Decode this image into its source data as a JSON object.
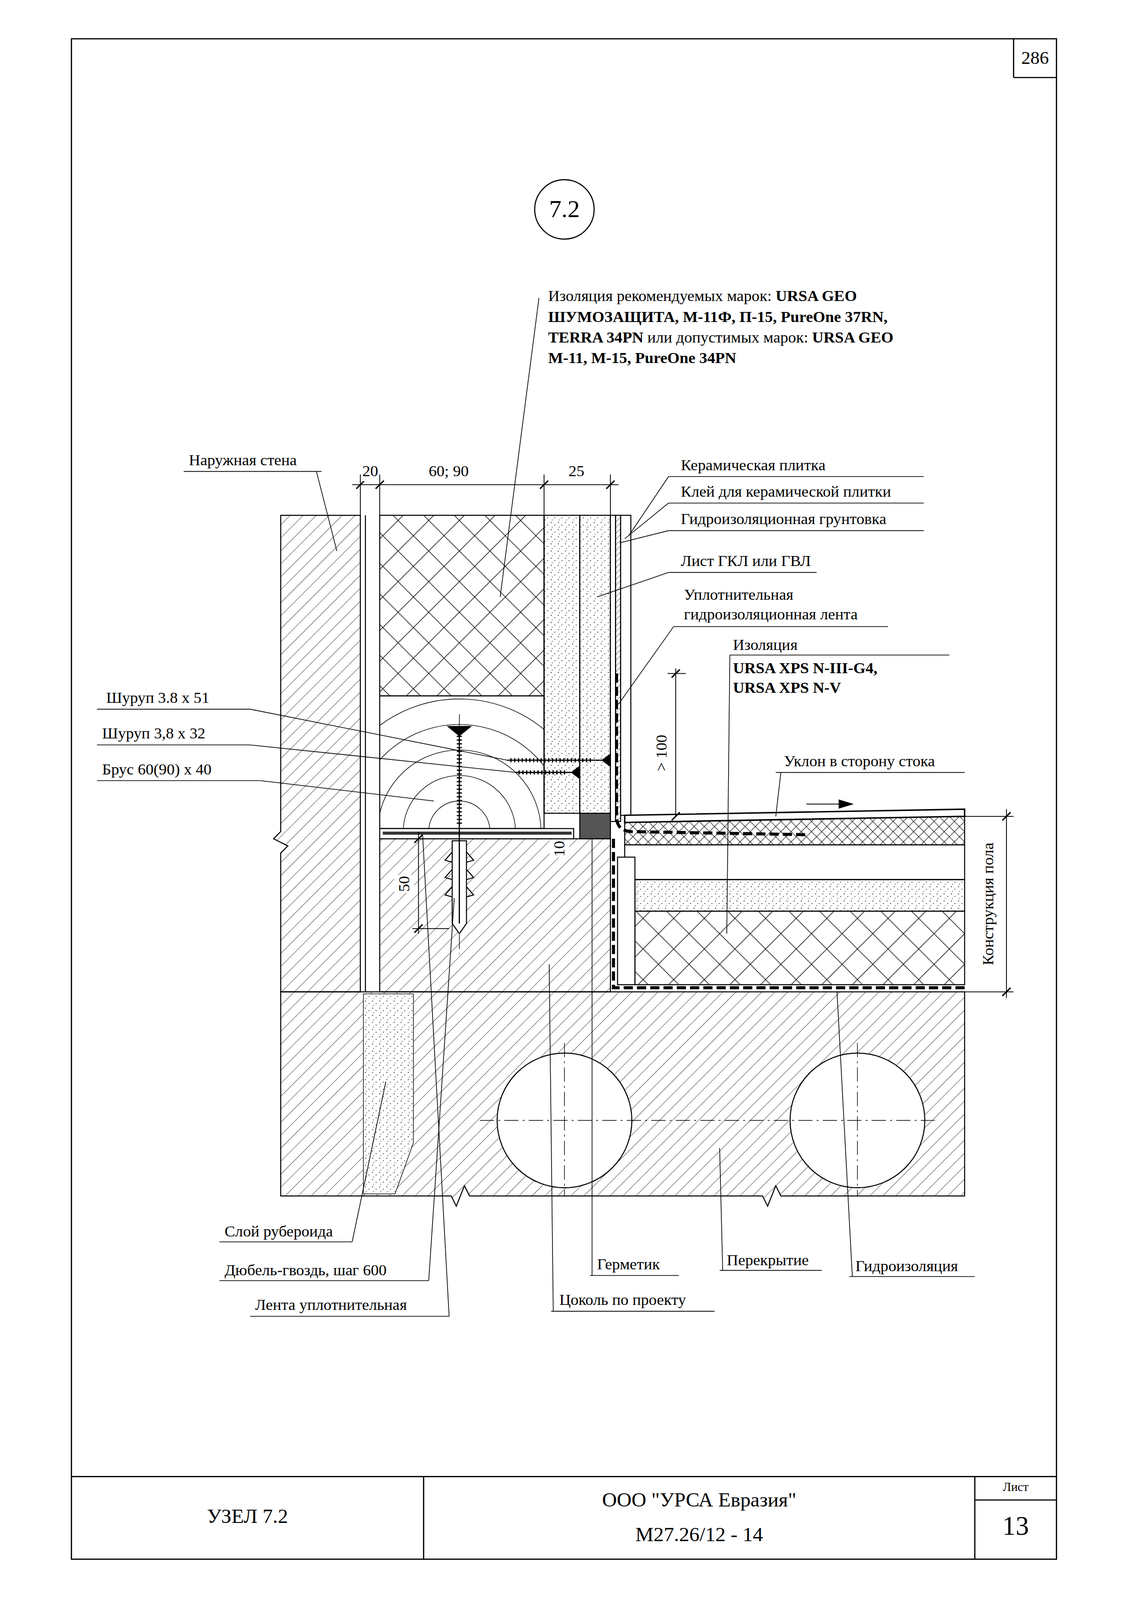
{
  "diagram": {
    "nodes": [
      {
        "text": [
          "7.2"
        ]
      },
      {
        "text": [
          "286"
        ]
      },
      {
        "text": [
          "УЗЕЛ 7.2"
        ]
      },
      {
        "text": [
          "ООО \"УРСА Евразия\"",
          "М27.26/12 - 14"
        ]
      },
      {
        "text": [
          "Лист",
          "13"
        ]
      }
    ],
    "labels": [
      "Изоляция рекомендуемых марок:",
      "URSA GEO ШУМОЗАЩИТА, М-11Ф, П-15, PureOne 37RN, TERRA 34PN",
      "или",
      "допустимых марок:",
      "URSA GEO M-11, M-15, PureOne 34PN",
      "Наружная стена",
      "20",
      "60; 90",
      "25",
      "Керамическая плитка",
      "Клей для керамической плитки",
      "Гидроизоляционная грунтовка",
      "Лист ГКЛ или ГВЛ",
      "Уплотнительная гидроизоляционная лента",
      "Изоляция",
      "URSA XPS N-III-G4, URSA XPS N-V",
      "Шуруп 3.8 x 51",
      "Шуруп 3,8 x 32",
      "Брус 60(90) x 40",
      "> 100",
      "Уклон в сторону стока",
      "50",
      "10",
      "Конструкция пола",
      "Слой рубероида",
      "Дюбель-гвоздь, шаг 600",
      "Лента уплотнительная",
      "Герметик",
      "Перекрытие",
      "Гидроизоляция",
      "Цоколь по проекту"
    ]
  }
}
